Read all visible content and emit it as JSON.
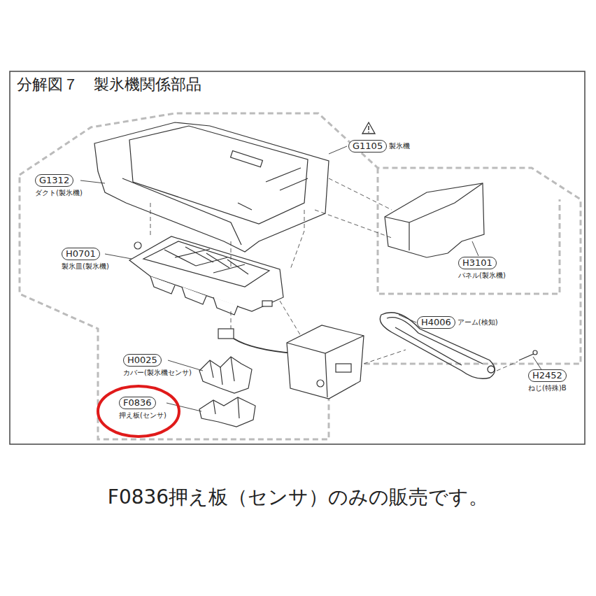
{
  "diagram": {
    "title": "分解図７　製氷機関係部品",
    "caption": "F0836押え板（センサ）のみの販売です。",
    "nodes": [
      {
        "text": [
          "G1105",
          "製氷機"
        ]
      },
      {
        "text": [
          "G1312",
          "ダクト(製氷機)"
        ]
      },
      {
        "text": [
          "H0701",
          "製氷皿(製氷機)"
        ]
      },
      {
        "text": [
          "H3101",
          "パネル(製氷機)"
        ]
      },
      {
        "text": [
          "H4006",
          "アーム(検知)"
        ]
      },
      {
        "text": [
          "H0025",
          "カバー(製氷機センサ)"
        ]
      },
      {
        "text": [
          "H2452",
          "ねじ(特殊)B"
        ]
      },
      {
        "text": [
          "F0836",
          "押え板(センサ)"
        ]
      }
    ]
  }
}
